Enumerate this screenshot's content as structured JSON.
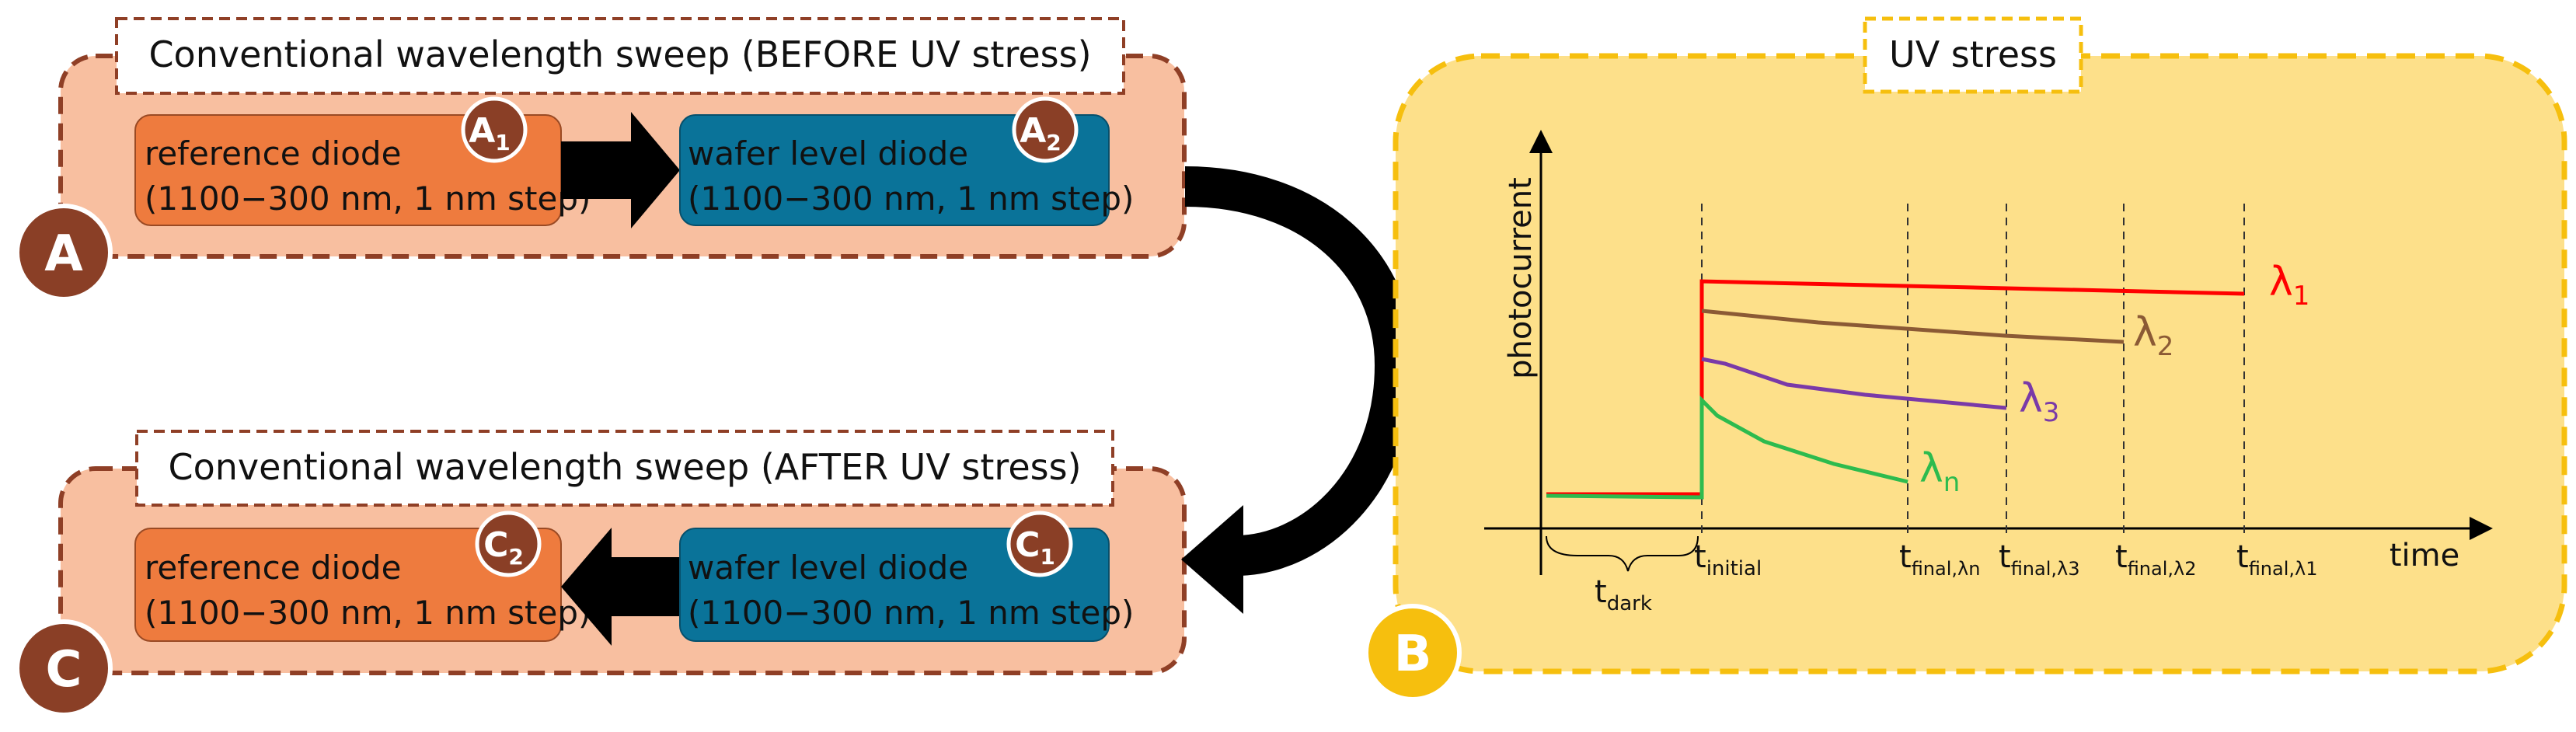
{
  "panel_a": {
    "badge": "A",
    "title": "Conventional wavelength sweep (BEFORE UV stress)",
    "reference_diode": {
      "line1": "reference diode",
      "line2": "(1100−300 nm, 1 nm step)",
      "badge": "A",
      "badge_sub": "1"
    },
    "wafer_diode": {
      "line1": "wafer level diode",
      "line2": "(1100−300 nm, 1 nm step)",
      "badge": "A",
      "badge_sub": "2"
    }
  },
  "panel_c": {
    "badge": "C",
    "title": "Conventional wavelength sweep (AFTER UV stress)",
    "reference_diode": {
      "line1": "reference diode",
      "line2": "(1100−300 nm, 1 nm step)",
      "badge": "C",
      "badge_sub": "2"
    },
    "wafer_diode": {
      "line1": "wafer level diode",
      "line2": "(1100−300 nm, 1 nm step)",
      "badge": "C",
      "badge_sub": "1"
    }
  },
  "panel_b": {
    "badge": "B",
    "title": "UV stress",
    "ylabel": "photocurrent",
    "xlabel": "time",
    "ticks": [
      {
        "main": "t",
        "sub": "dark"
      },
      {
        "main": "t",
        "sub": "initial"
      },
      {
        "main": "t",
        "sub": "final,λn"
      },
      {
        "main": "t",
        "sub": "final,λ3"
      },
      {
        "main": "t",
        "sub": "final,λ2"
      },
      {
        "main": "t",
        "sub": "final,λ1"
      }
    ],
    "series_labels": [
      {
        "main": "λ",
        "sub": "1"
      },
      {
        "main": "λ",
        "sub": "2"
      },
      {
        "main": "λ",
        "sub": "3"
      },
      {
        "main": "λ",
        "sub": "n"
      }
    ]
  },
  "colors": {
    "panel_fill": "#f8bfa0",
    "panel_border": "#8f3f26",
    "ref_diode": "#ee7b3e",
    "wafer_diode": "#0a7399",
    "badge_brown": "#8a3f26",
    "panel_b_fill": "#fde08a",
    "panel_b_border": "#f6bf0e",
    "badge_yellow": "#f6bf0e",
    "lambda1": "#ff0000",
    "lambda2": "#8b5a35",
    "lambda3": "#7a3aa8",
    "lambdan": "#2dbb4e"
  }
}
